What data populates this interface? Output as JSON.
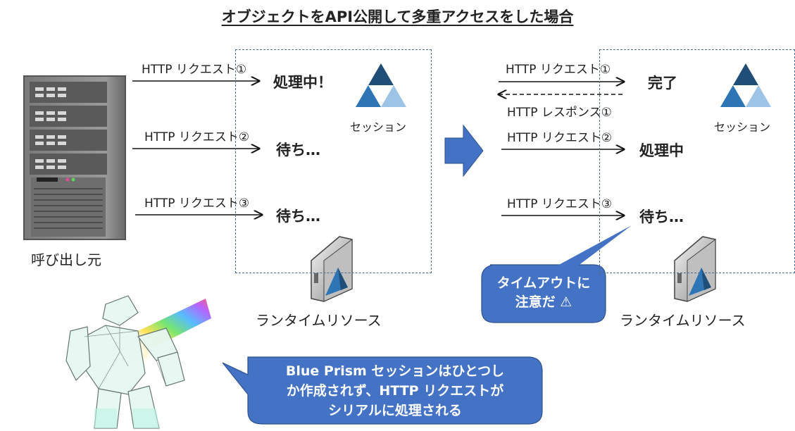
{
  "title": "オブジェクトをAPI公開して多重アクセスをした場合",
  "left": {
    "caller_label": "呼び出し元",
    "requests": [
      "HTTP リクエスト①",
      "HTTP リクエスト②",
      "HTTP リクエスト③"
    ],
    "states": [
      "処理中！",
      "待ち…",
      "待ち…"
    ],
    "session_label": "セッション",
    "runtime_label": "ランタイムリソース"
  },
  "right": {
    "requests": [
      "HTTP リクエスト①",
      "HTTP リクエスト②",
      "HTTP リクエスト③"
    ],
    "response": "HTTP レスポンス①",
    "states": [
      "完了",
      "処理中",
      "待ち…"
    ],
    "session_label": "セッション",
    "runtime_label": "ランタイムリソース",
    "timeout_callout": [
      "タイムアウトに",
      "注意だ ⚠"
    ]
  },
  "bottom_callout": [
    "Blue Prism セッションはひとつし",
    "か作成されず、HTTP リクエストが",
    "シリアルに処理される"
  ],
  "colors": {
    "callout_fill": "#4472c4",
    "callout_stroke": "#2f528f",
    "big_arrow": "#4472c4",
    "dashed_box": "#4a6b93",
    "prism_dark": "#1f4e79",
    "prism_mid": "#2e75b6",
    "prism_light": "#bdd7ee"
  }
}
